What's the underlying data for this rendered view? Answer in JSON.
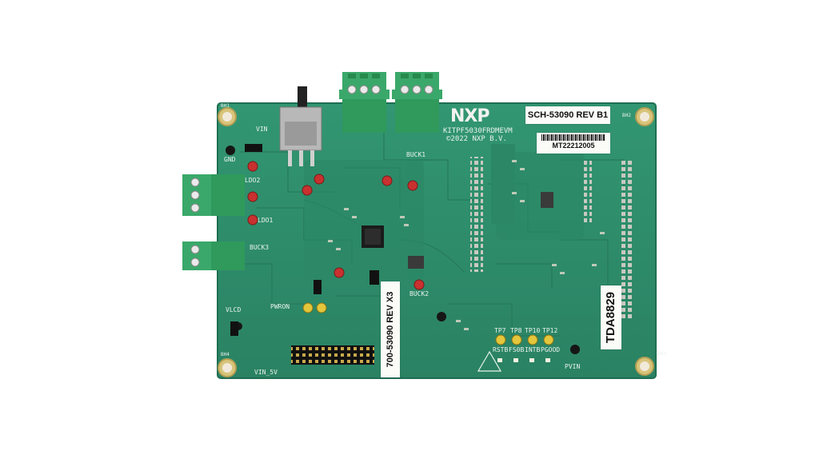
{
  "photo": {
    "subject": "NXP KITPF5030FRDMEVM evaluation board",
    "colors": {
      "background": "#ffffff",
      "pcb": "#2e8c6a",
      "pcb_dark": "#1f6e52",
      "connector": "#3aa86a",
      "silkscreen": "#e8f3ee",
      "gold": "#d8c47a"
    }
  },
  "board": {
    "logo": "NXP",
    "model": "KITPF5030FRDMEVM",
    "copyright": "©2022 NXP B.V.",
    "schematic_label": "SCH-53090 REV B1",
    "serial_label": "MT22212005",
    "pcb_label": "700-53090 REV X3",
    "chip_label": "TDA8829",
    "silkscreen": {
      "vin": "VIN",
      "gnd": "GND",
      "ldo1": "LDO1",
      "ldo2": "LDO2",
      "buck1": "BUCK1",
      "buck2": "BUCK2",
      "buck3": "BUCK3",
      "tp7": "TP7",
      "tp8": "TP8",
      "tp10": "TP10",
      "tp12": "TP12",
      "rstb": "RSTB",
      "fs0b": "FS0B",
      "intb": "INTB",
      "pgood": "PGOOD",
      "vlcd": "VLCD",
      "pwron": "PWRON",
      "vin_5v": "VIN_5V",
      "pvin": "PVIN",
      "bh1": "BH1",
      "bh2": "BH2",
      "bh3": "BH3",
      "bh4": "BH4"
    }
  }
}
